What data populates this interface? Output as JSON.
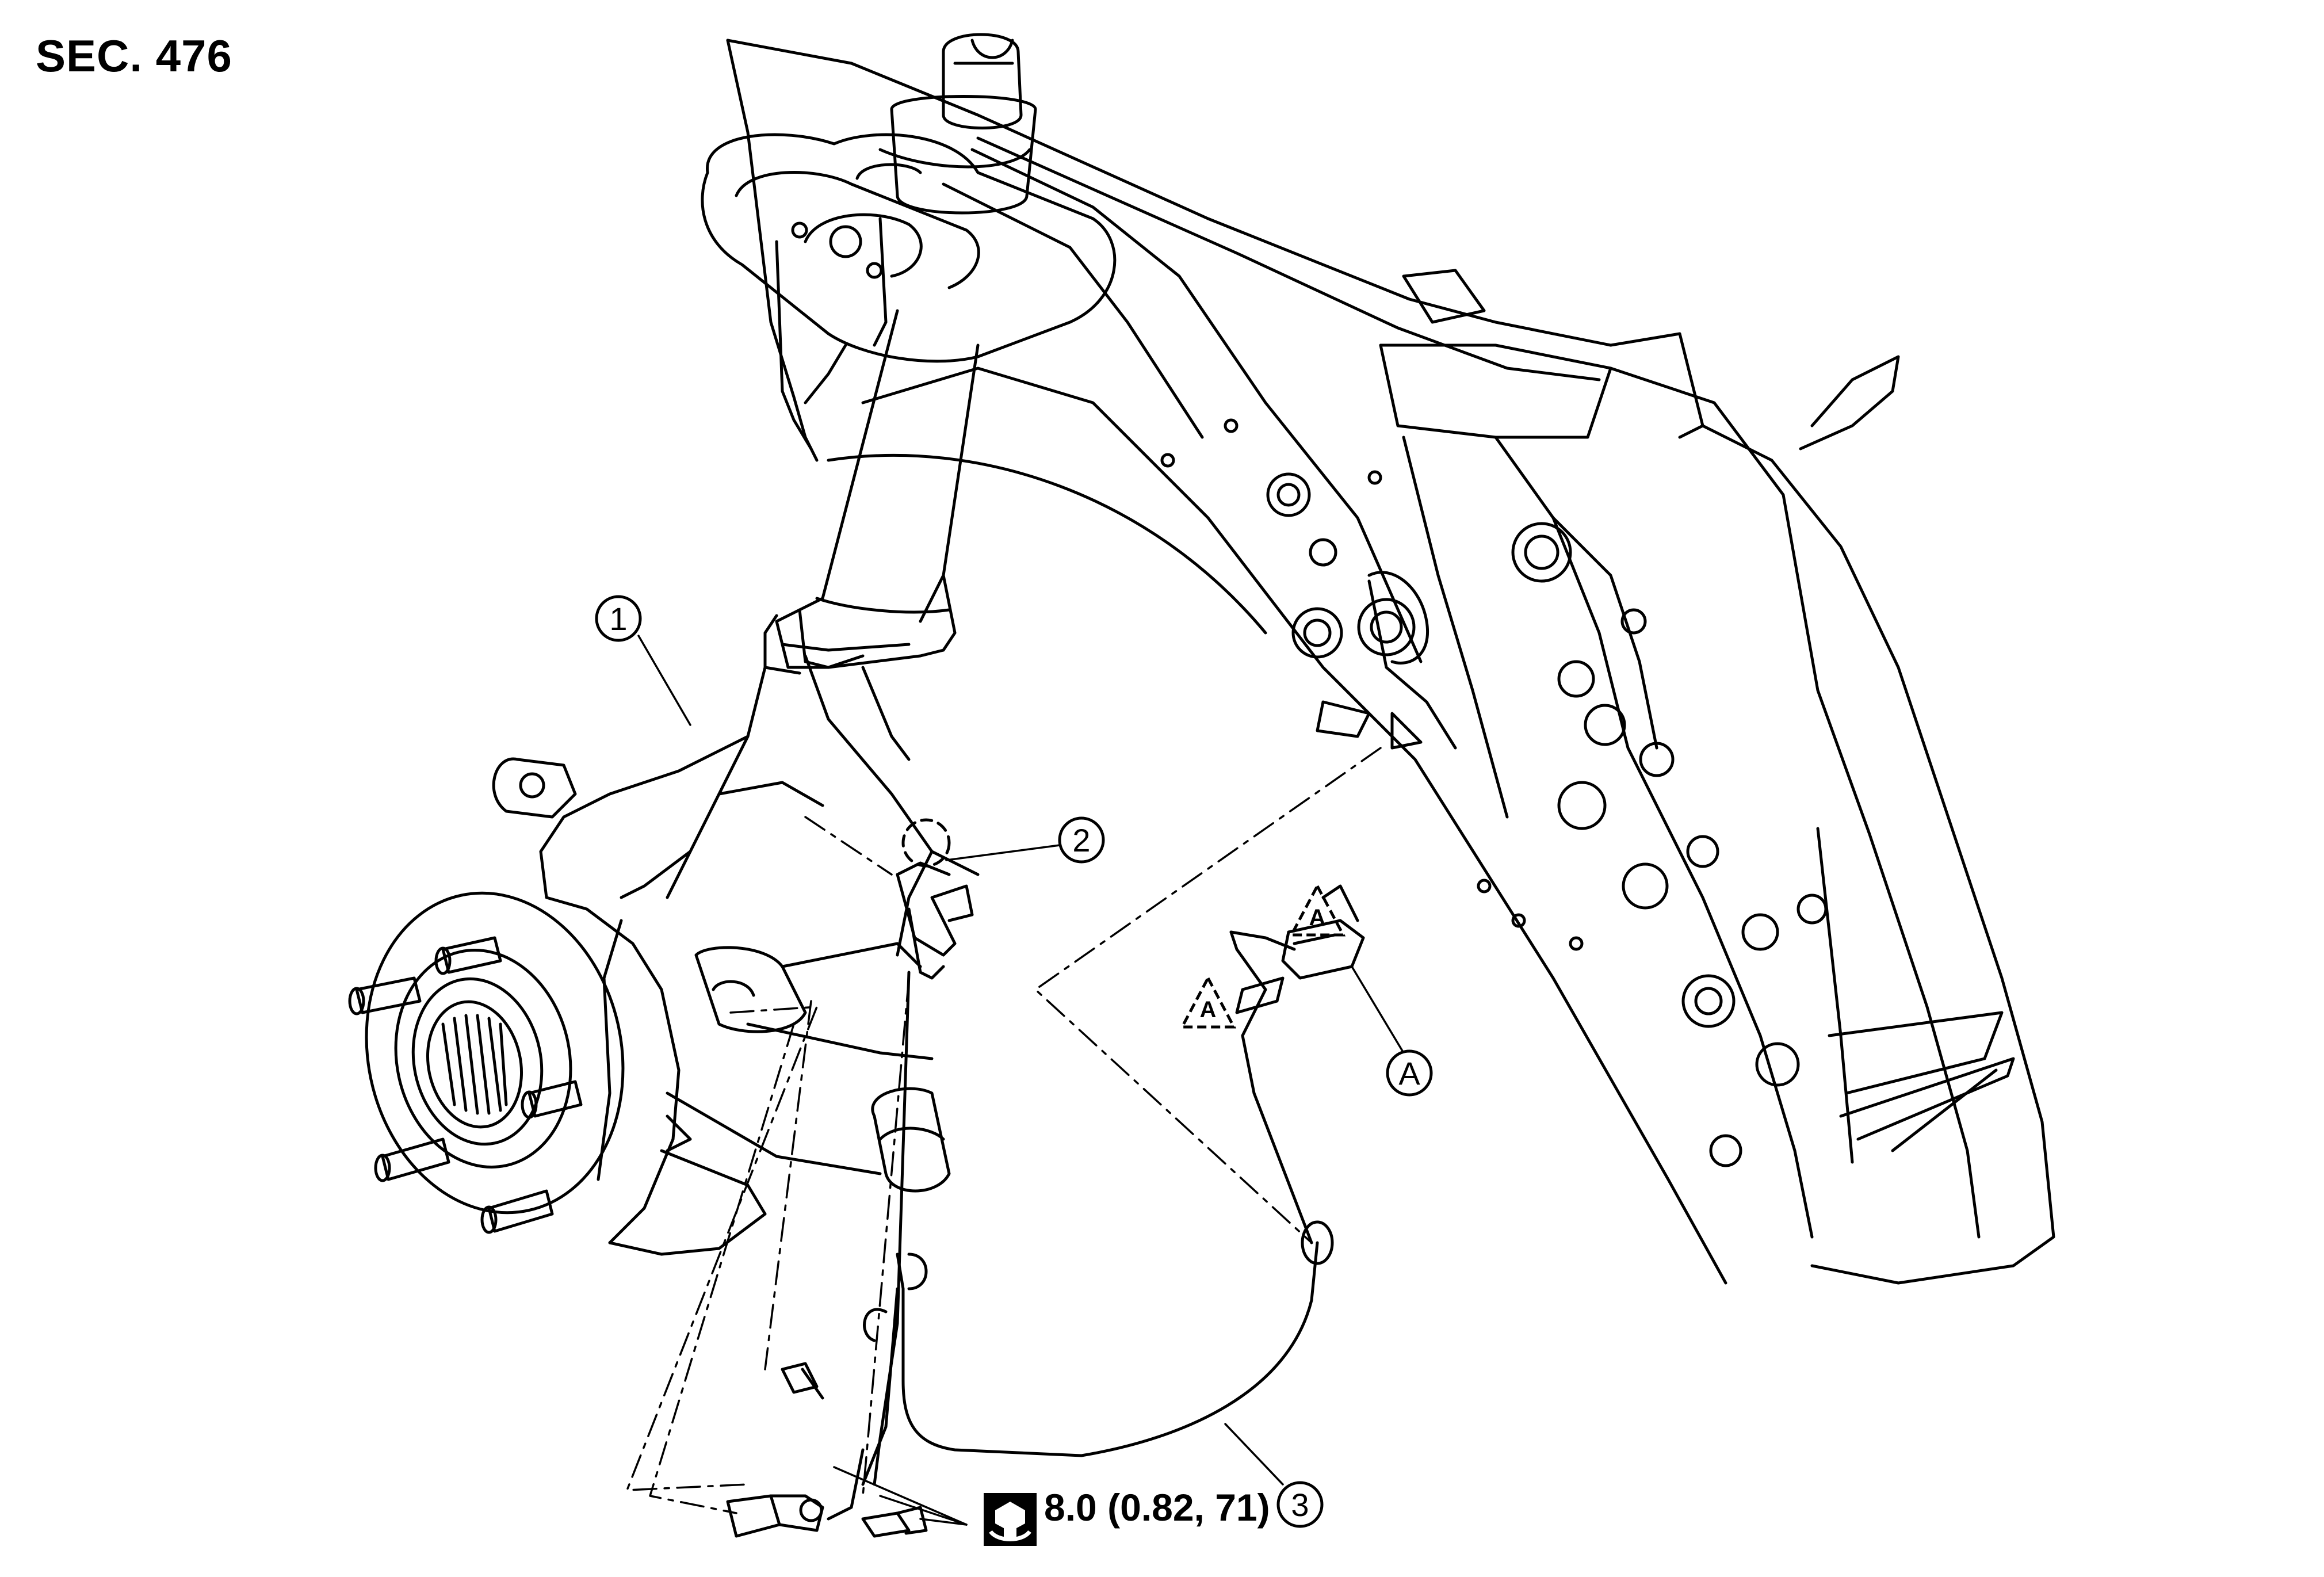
{
  "header": {
    "section": "SEC. 476"
  },
  "callouts": [
    {
      "id": "1",
      "label": "1"
    },
    {
      "id": "2",
      "label": "2"
    },
    {
      "id": "3",
      "label": "3"
    },
    {
      "id": "A",
      "label": "A"
    }
  ],
  "torque": {
    "value": "8.0 (0.82, 71)",
    "icon": "torque-wrench-icon"
  },
  "colors": {
    "line": "#000000",
    "background": "#ffffff"
  }
}
